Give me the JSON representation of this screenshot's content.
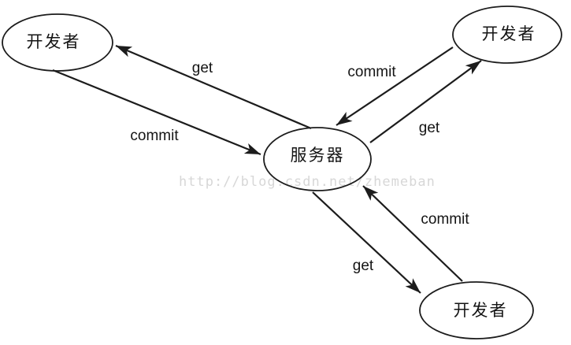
{
  "page": {
    "background": "#ffffff"
  },
  "watermark": {
    "text": "http://blog.csdn.net/zhemeban",
    "color": "#d7d7d7"
  },
  "colors": {
    "line": "#1c1c1c",
    "text": "#141414",
    "node_fill": "#ffffff",
    "watermark": "#d7d7d7"
  },
  "nodes": [
    {
      "id": "dev-top-left",
      "label": "开发者",
      "role": "developer"
    },
    {
      "id": "dev-top-right",
      "label": "开发者",
      "role": "developer"
    },
    {
      "id": "dev-bottom-right",
      "label": "开发者",
      "role": "developer"
    },
    {
      "id": "server",
      "label": "服务器",
      "role": "server"
    }
  ],
  "edges": [
    {
      "label": "get",
      "from": "server",
      "to": "dev-top-left"
    },
    {
      "label": "commit",
      "from": "dev-top-left",
      "to": "server"
    },
    {
      "label": "commit",
      "from": "dev-top-right",
      "to": "server"
    },
    {
      "label": "get",
      "from": "server",
      "to": "dev-top-right"
    },
    {
      "label": "get",
      "from": "server",
      "to": "dev-bottom-right"
    },
    {
      "label": "commit",
      "from": "dev-bottom-right",
      "to": "server"
    }
  ]
}
